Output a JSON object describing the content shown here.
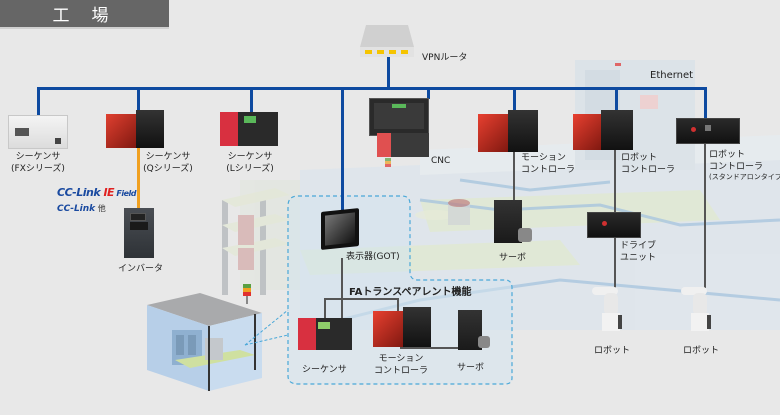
{
  "header": {
    "title": "工場"
  },
  "network": {
    "name": "Ethernet",
    "bus_color": "#0d4aa0",
    "field_color": "#f0a020",
    "local_color": "#555555"
  },
  "router": {
    "label": "VPNルータ",
    "led_color": "#f5c400",
    "led_count": 4
  },
  "devices": {
    "fx_plc": {
      "line1": "シーケンサ",
      "line2": "(FXシリーズ)"
    },
    "q_plc": {
      "line1": "シーケンサ",
      "line2": "(Qシリーズ)"
    },
    "l_plc": {
      "line1": "シーケンサ",
      "line2": "(Lシリーズ)"
    },
    "cnc": {
      "label": "CNC"
    },
    "motion": {
      "line1": "モーション",
      "line2": "コントローラ"
    },
    "robot_ctrl": {
      "line1": "ロボット",
      "line2": "コントローラ"
    },
    "robot_ctrl_sa": {
      "line1": "ロボット",
      "line2": "コントローラ",
      "line3": "(スタンドアロンタイプ)"
    },
    "servo": {
      "label": "サーボ"
    },
    "drive_unit": {
      "line1": "ドライブ",
      "line2": "ユニット"
    },
    "inverter": {
      "label": "インバータ"
    },
    "got": {
      "label": "表示器(GOT)"
    },
    "robot1": {
      "label": "ロボット"
    },
    "robot2": {
      "label": "ロボット"
    }
  },
  "cclink": {
    "line1_a": "CC-Link ",
    "line1_b": "IE",
    "line1_c": " Field",
    "line2_a": "CC-Link",
    "line2_b": " 他"
  },
  "fa_transparent": {
    "title": "FAトランスペアレント機能",
    "plc": "シーケンサ",
    "motion_line1": "モーション",
    "motion_line2": "コントローラ",
    "servo": "サーボ"
  }
}
